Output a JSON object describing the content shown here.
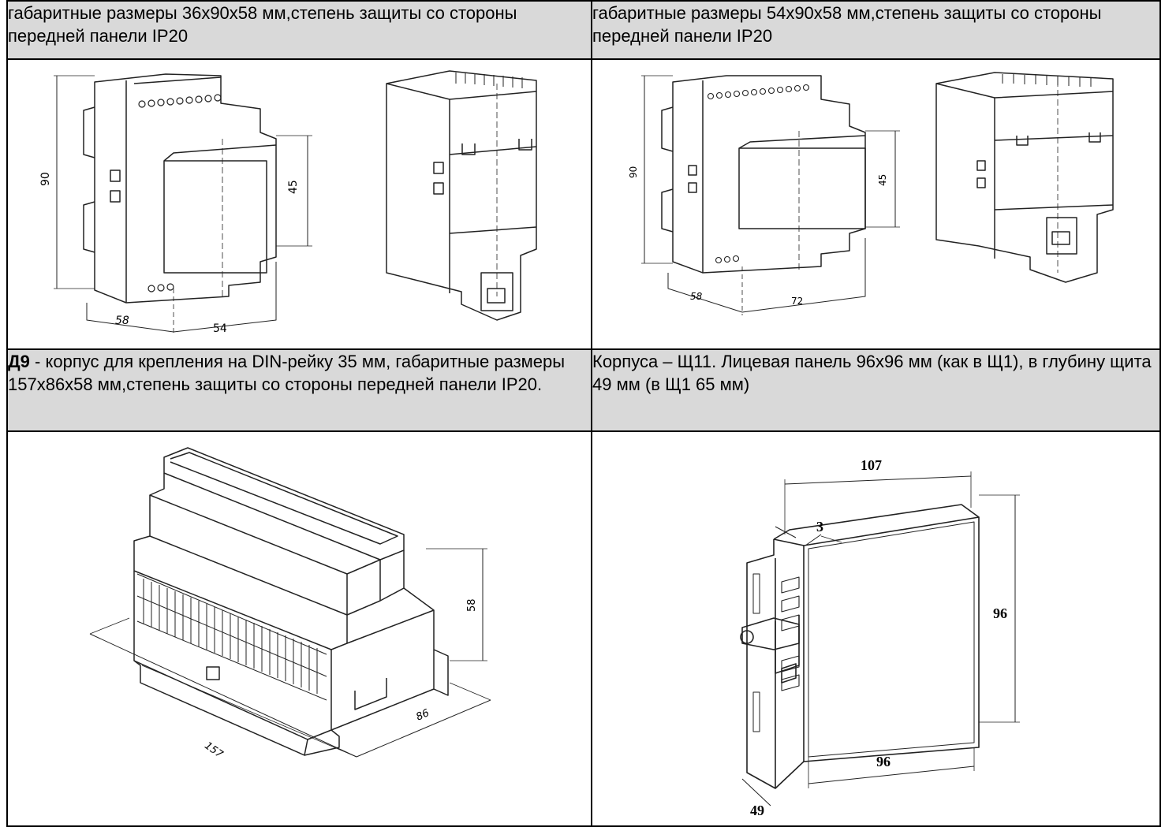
{
  "row1": {
    "left_text": "габаритные размеры 36х90х58 мм,степень защиты со стороны передней панели IP20",
    "right_text": "габаритные размеры 54х90х58 мм,степень защиты со стороны передней панели IP20"
  },
  "drawing_a": {
    "dim_height": "90",
    "dim_front": "45",
    "dim_depth": "58",
    "dim_width": "54"
  },
  "drawing_b": {
    "dim_height": "90",
    "dim_front": "45",
    "dim_depth": "58",
    "dim_width": "72"
  },
  "row2": {
    "left_bold": "Д9",
    "left_text": " - корпус для крепления на DIN-рейку 35 мм, габаритные размеры 157х86х58 мм,степень защиты со стороны передней панели IP20.",
    "right_text": "Корпуса – Щ11. Лицевая панель 96х96 мм (как в Щ1), в глубину щита 49 мм (в Щ1 65 мм)"
  },
  "drawing_c": {
    "dim_length": "157",
    "dim_depth": "86",
    "dim_height": "58"
  },
  "drawing_d": {
    "dim_top": "107",
    "dim_bezel": "3",
    "dim_height": "96",
    "dim_width": "96",
    "dim_depth": "49"
  }
}
